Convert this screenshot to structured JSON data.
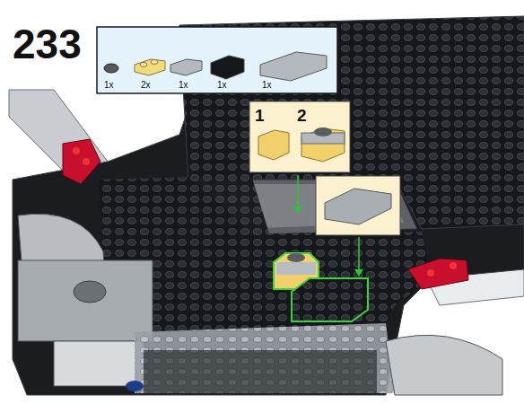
{
  "diagram": {
    "title": "233",
    "labels": [
      "1x",
      "2x",
      "1x",
      "1x",
      "1x",
      "1",
      "2"
    ]
  }
}
